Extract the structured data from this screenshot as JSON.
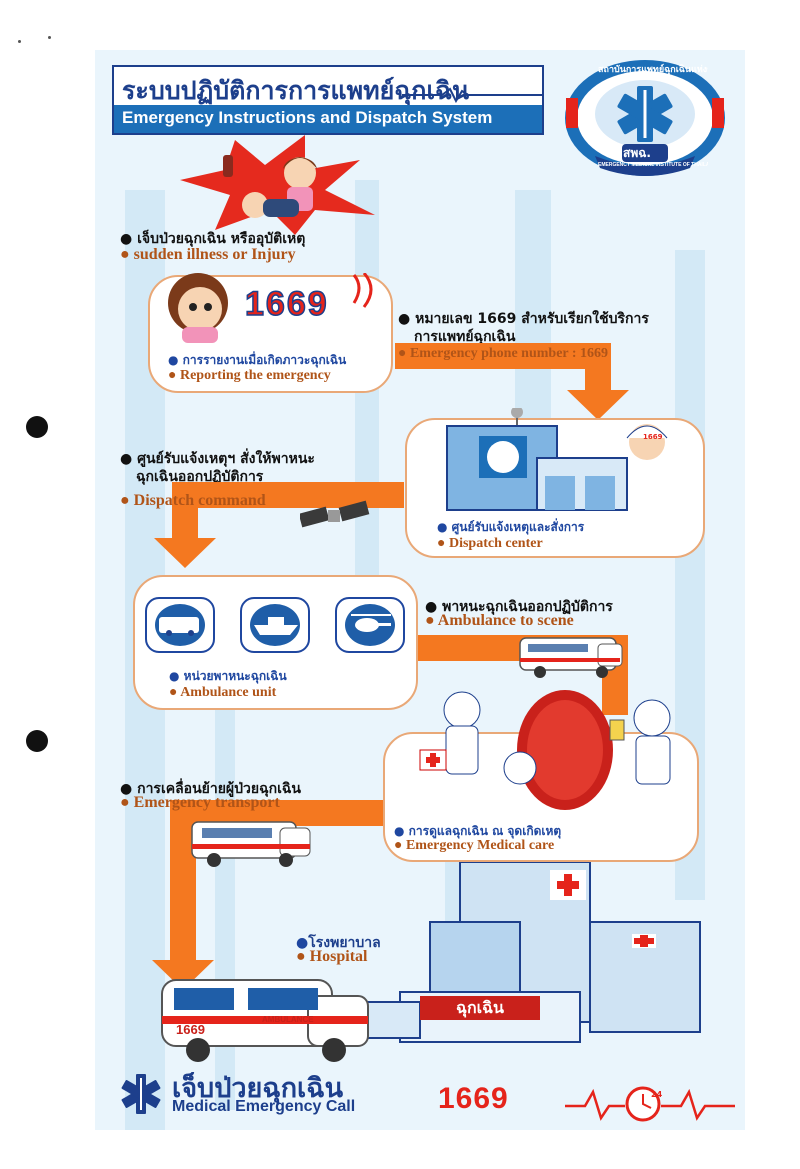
{
  "header": {
    "title_th": "ระบบปฏิบัติการการแพทย์ฉุกเฉิน",
    "title_en": "Emergency Instructions and Dispatch System"
  },
  "seal": {
    "arc_text": "สถาบันการแพทย์ฉุกเฉินแห่งชาติ",
    "abbr": "สพฉ.",
    "ribbon": "EMERGENCY MEDICAL INSTITUTE OF THAILAND"
  },
  "steps": {
    "illness": {
      "th": "เจ็บป่วยฉุกเฉิน หรืออุบัติเหตุ",
      "en": "sudden illness or Injury"
    },
    "reporting": {
      "th": "การรายงานเมื่อเกิดภาวะฉุกเฉิน",
      "en": "Reporting the emergency",
      "number": "1669"
    },
    "phone": {
      "th_line1": "หมายเลข 1669 สำหรับเรียกใช้บริการ",
      "th_line2": "การแพทย์ฉุกเฉิน",
      "en": "Emergency phone number : 1669"
    },
    "dispatch_command": {
      "th_line1": "ศูนย์รับแจ้งเหตุฯ สั่งให้พาหนะ",
      "th_line2": "ฉุกเฉินออกปฏิบัติการ",
      "en": "Dispatch command"
    },
    "dispatch_center": {
      "th": "ศูนย์รับแจ้งเหตุและสั่งการ",
      "en": "Dispatch center",
      "badge": "1669"
    },
    "ambulance_scene": {
      "th": "พาหนะฉุกเฉินออกปฏิบัติการ",
      "en": "Ambulance to scene"
    },
    "ambulance_unit": {
      "th": "หน่วยพาหนะฉุกเฉิน",
      "en": "Ambulance  unit"
    },
    "transport": {
      "th": "การเคลื่อนย้ายผู้ป่วยฉุกเฉิน",
      "en": "Emergency transport"
    },
    "medical_care": {
      "th": "การดูแลฉุกเฉิน ณ จุดเกิดเหตุ",
      "en": "Emergency Medical  care"
    },
    "hospital": {
      "th": "โรงพยาบาล",
      "en": "Hospital",
      "er_sign": "ฉุกเฉิน"
    }
  },
  "ambulance_livery": {
    "plate": "1669",
    "side": "AMBULANCE"
  },
  "footer": {
    "th": "เจ็บป่วยฉุกเฉิน",
    "en": "Medical Emergency Call",
    "number": "1669",
    "clock_badge": "24"
  },
  "colors": {
    "navy": "#1d3f8c",
    "blue": "#1c6fb8",
    "orange_arrow": "#f47820",
    "label_brown": "#b05418",
    "red": "#e5241b",
    "panel_bg": "#eaf5fc"
  }
}
